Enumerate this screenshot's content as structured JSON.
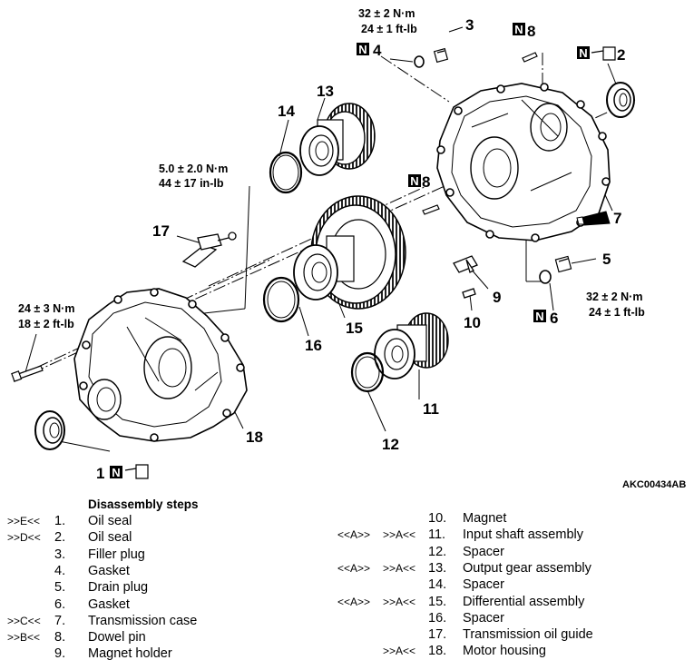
{
  "figure_id": "AKC00434AB",
  "callouts": [
    "1",
    "2",
    "3",
    "4",
    "5",
    "6",
    "7",
    "8",
    "8",
    "9",
    "10",
    "11",
    "12",
    "13",
    "14",
    "15",
    "16",
    "17",
    "18"
  ],
  "n_mark": "N",
  "torques": {
    "t3": [
      "32 ± 2 N·m",
      "24 ± 1 ft-lb"
    ],
    "t5": [
      "32 ± 2 N·m",
      "24 ± 1 ft-lb"
    ],
    "t17": [
      "5.0 ± 2.0 N·m",
      "44 ± 17 in-lb"
    ],
    "t18": [
      "24 ± 3 N·m",
      "18 ± 2 ft-lb"
    ]
  },
  "steps": {
    "heading": "Disassembly steps",
    "left": [
      {
        "mark1": ">>E<<",
        "mark2": "",
        "num": "1.",
        "name": "Oil seal"
      },
      {
        "mark1": ">>D<<",
        "mark2": "",
        "num": "2.",
        "name": "Oil seal"
      },
      {
        "mark1": "",
        "mark2": "",
        "num": "3.",
        "name": "Filler plug"
      },
      {
        "mark1": "",
        "mark2": "",
        "num": "4.",
        "name": "Gasket"
      },
      {
        "mark1": "",
        "mark2": "",
        "num": "5.",
        "name": "Drain plug"
      },
      {
        "mark1": "",
        "mark2": "",
        "num": "6.",
        "name": "Gasket"
      },
      {
        "mark1": ">>C<<",
        "mark2": "",
        "num": "7.",
        "name": "Transmission case"
      },
      {
        "mark1": ">>B<<",
        "mark2": "",
        "num": "8.",
        "name": "Dowel pin"
      },
      {
        "mark1": "",
        "mark2": "",
        "num": "9.",
        "name": "Magnet holder"
      }
    ],
    "right": [
      {
        "mark1": "",
        "mark2": "",
        "num": "10.",
        "name": "Magnet"
      },
      {
        "mark1": "<<A>>",
        "mark2": ">>A<<",
        "num": "11.",
        "name": "Input shaft assembly"
      },
      {
        "mark1": "",
        "mark2": "",
        "num": "12.",
        "name": "Spacer"
      },
      {
        "mark1": "<<A>>",
        "mark2": ">>A<<",
        "num": "13.",
        "name": "Output gear assembly"
      },
      {
        "mark1": "",
        "mark2": "",
        "num": "14.",
        "name": "Spacer"
      },
      {
        "mark1": "<<A>>",
        "mark2": ">>A<<",
        "num": "15.",
        "name": "Differential assembly"
      },
      {
        "mark1": "",
        "mark2": "",
        "num": "16.",
        "name": "Spacer"
      },
      {
        "mark1": "",
        "mark2": "",
        "num": "17.",
        "name": "Transmission oil guide"
      },
      {
        "mark1": "",
        "mark2": ">>A<<",
        "num": "18.",
        "name": "Motor housing"
      }
    ]
  }
}
